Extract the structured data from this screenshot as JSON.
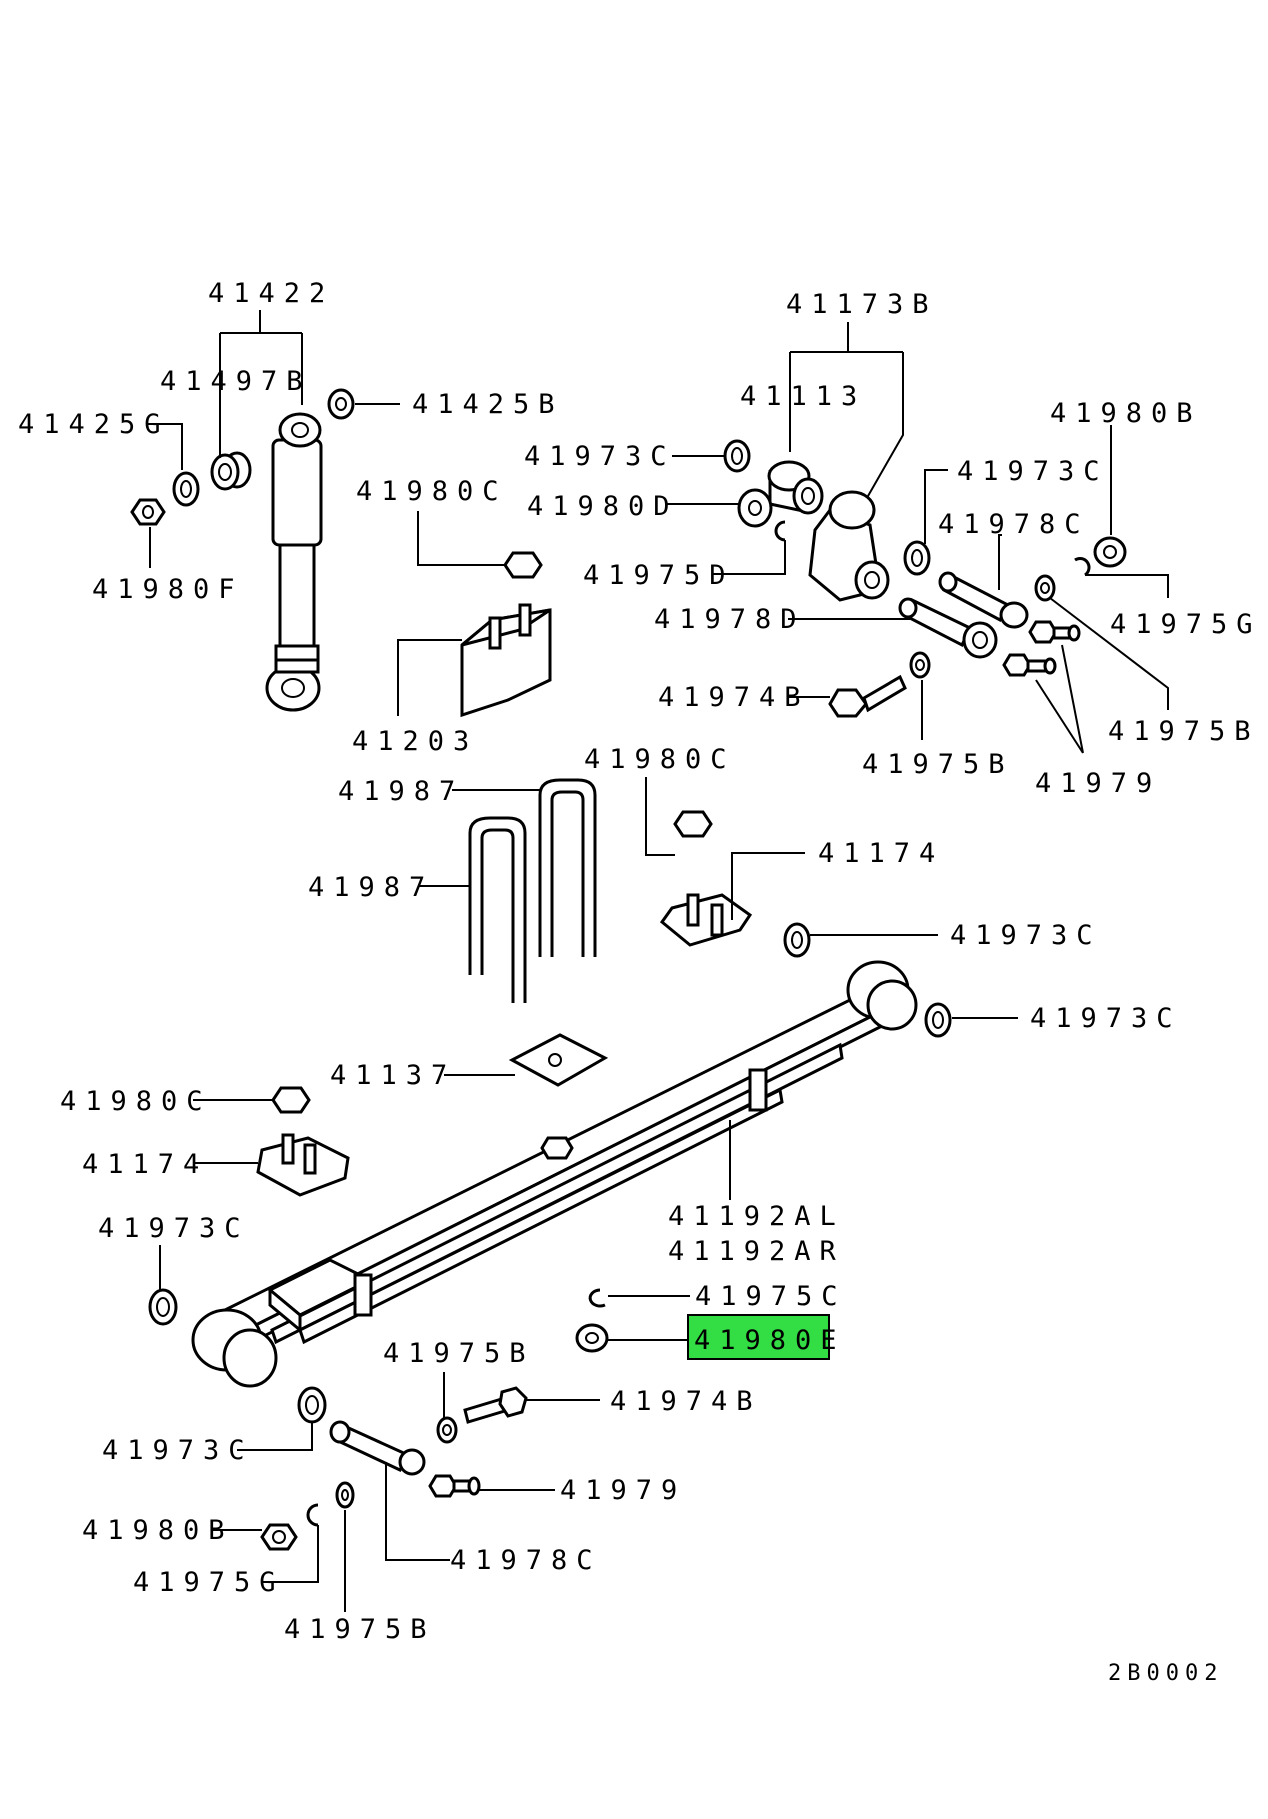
{
  "labels": {
    "p41422": "41422",
    "p41497B": "41497B",
    "p41425B": "41425B",
    "p41425G": "41425G",
    "p41980F": "41980F",
    "p41980C_top": "41980C",
    "p41203": "41203",
    "p41173B": "41173B",
    "p41113": "41113",
    "p41973C_a": "41973C",
    "p41980D": "41980D",
    "p41975D": "41975D",
    "p41973C_b": "41973C",
    "p41978C_top": "41978C",
    "p41980B_top": "41980B",
    "p41975G_top": "41975G",
    "p41978D": "41978D",
    "p41974B_top": "41974B",
    "p41975B_top": "41975B",
    "p41975B_right": "41975B",
    "p41979_top": "41979",
    "p41980C_mid": "41980C",
    "p41987_a": "41987",
    "p41987_b": "41987",
    "p41174_top": "41174",
    "p41973C_c": "41973C",
    "p41973C_d": "41973C",
    "p41137": "41137",
    "p41980C_left": "41980C",
    "p41174_left": "41174",
    "p41192AL": "41192AL",
    "p41192AR": "41192AR",
    "p41973C_left": "41973C",
    "p41975C": "41975C",
    "p41980E": "41980E",
    "p41975B_mid": "41975B",
    "p41974B_bottom": "41974B",
    "p41973C_bottom": "41973C",
    "p41979_bottom": "41979",
    "p41980B_bottom": "41980B",
    "p41978C_bottom": "41978C",
    "p41975G_bottom": "41975G",
    "p41975B_bottom": "41975B"
  },
  "diagram_code": "2B0002",
  "colors": {
    "highlight": "#33dd44",
    "line": "#000000",
    "background": "#ffffff"
  }
}
